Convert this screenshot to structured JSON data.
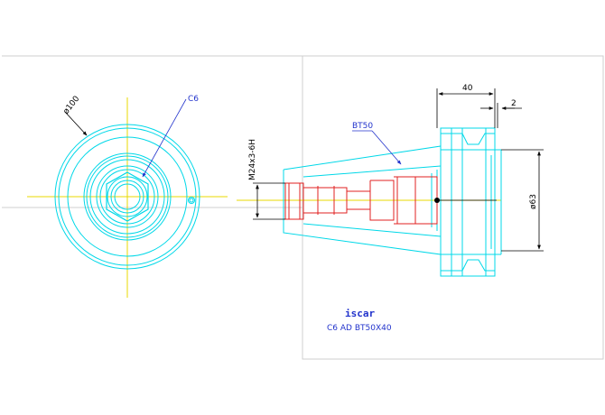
{
  "front_view": {
    "diameter_label": "ø100",
    "callout_label": "C6"
  },
  "side_view": {
    "dim_length": "40",
    "dim_small": "2",
    "dim_diameter": "ø63",
    "thread_label": "M24x3-6H",
    "taper_label": "BT50"
  },
  "title_block": {
    "logo_text": "iscar",
    "description": "C6  AD  BT50X40"
  },
  "colors": {
    "cyan": "#00d8e8",
    "red": "#e02020",
    "centerline": "#e8d800",
    "dim": "#000000",
    "label": "#2233cc",
    "frame": "#cfcfcf"
  }
}
